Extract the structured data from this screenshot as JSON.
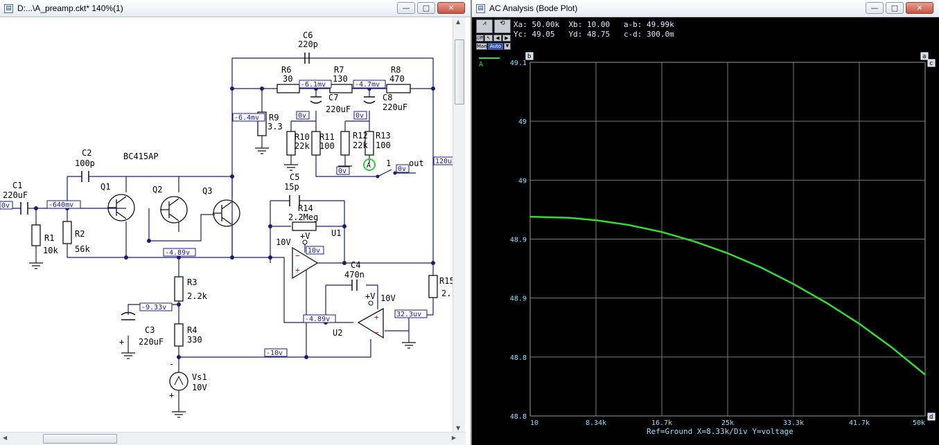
{
  "left_window": {
    "title": "D:...\\A_preamp.ckt* 140%(1)",
    "controls": {
      "minimize": "—",
      "maximize": "□",
      "close": "✕"
    }
  },
  "right_window": {
    "title": "AC Analysis (Bode Plot)",
    "controls": {
      "minimize": "—",
      "maximize": "□",
      "close": "✕"
    }
  },
  "toolbar": {
    "man_label": "Man",
    "auto_label": "Auto",
    "off_label": "Off"
  },
  "readouts": {
    "line1": "Xa: 50.00k  Xb: 10.00   a-b: 49.99k",
    "line2": "Yc: 49.05   Yd: 48.75   c-d: 300.0m"
  },
  "plot": {
    "trace_label": "A",
    "footer": "Ref=Ground  X=8.33k/Div Y=voltage",
    "cursor_labels": {
      "b": "b",
      "a": "a",
      "c": "c",
      "d": "d"
    }
  },
  "chart_data": {
    "type": "line",
    "title": "",
    "xlabel": "",
    "ylabel": "",
    "x_ticks": [
      "10",
      "8.34k",
      "16.7k",
      "25k",
      "33.3k",
      "41.7k",
      "50k"
    ],
    "y_ticks": [
      "49.1",
      "49",
      "49",
      "48.9",
      "48.9",
      "48.8",
      "48.8"
    ],
    "xlim": [
      10,
      50000
    ],
    "ylim": [
      48.75,
      49.05
    ],
    "grid": true,
    "series": [
      {
        "name": "A",
        "color": "#33dd33",
        "x": [
          10,
          5000,
          8340,
          12500,
          16700,
          20800,
          25000,
          29200,
          33300,
          37500,
          41700,
          45800,
          50000
        ],
        "y": [
          48.919,
          48.918,
          48.916,
          48.912,
          48.906,
          48.898,
          48.888,
          48.876,
          48.862,
          48.846,
          48.828,
          48.808,
          48.785
        ]
      }
    ]
  },
  "schematic": {
    "components": {
      "C6": {
        "name": "C6",
        "value": "220p"
      },
      "R6": {
        "name": "R6",
        "value": "30"
      },
      "R7": {
        "name": "R7",
        "value": "130"
      },
      "R8": {
        "name": "R8",
        "value": "470"
      },
      "C7": {
        "name": "C7",
        "value": "220uF"
      },
      "C8": {
        "name": "C8",
        "value": "220uF"
      },
      "R9": {
        "name": "R9",
        "value": "3.3"
      },
      "R10": {
        "name": "R10",
        "value": "22k"
      },
      "R11": {
        "name": "R11",
        "value": "100"
      },
      "R12": {
        "name": "R12",
        "value": "22k"
      },
      "R13": {
        "name": "R13",
        "value": "100"
      },
      "C2": {
        "name": "C2",
        "value": "100p"
      },
      "C1": {
        "name": "C1",
        "value": "220uF"
      },
      "Q1": {
        "name": "Q1"
      },
      "Q2": {
        "name": "Q2"
      },
      "Q3": {
        "name": "Q3"
      },
      "transistor_model": "BC415AP",
      "R1": {
        "name": "R1",
        "value": "10k"
      },
      "R2": {
        "name": "R2",
        "value": "56k"
      },
      "C5": {
        "name": "C5",
        "value": "15p"
      },
      "R14": {
        "name": "R14",
        "value": "2.2Meg"
      },
      "U1": {
        "name": "U1"
      },
      "U2": {
        "name": "U2"
      },
      "C4": {
        "name": "C4",
        "value": "470n"
      },
      "R3": {
        "name": "R3",
        "value": "2.2k"
      },
      "R4": {
        "name": "R4",
        "value": "330"
      },
      "C3": {
        "name": "C3",
        "value": "220uF"
      },
      "R15": {
        "name": "R15",
        "value": "2."
      },
      "Vs1": {
        "name": "Vs1",
        "value": "10V"
      },
      "supply_u1": {
        "label": "+V",
        "value": "10V"
      },
      "supply_u2": {
        "label": "+V",
        "value": "10V"
      },
      "out_label": "out",
      "probe_label": "A",
      "switch_label": "1"
    },
    "voltage_tags": {
      "v_c1": "0v",
      "v_base": "-640mv",
      "v_r9": "-6.4mv",
      "v_r6r7": "-6.1mv",
      "v_r7r8": "-4.7mv",
      "v_c7": "0v",
      "v_c8": "0v",
      "v_r11": "0v",
      "v_r13": "0v",
      "v_right": "120u",
      "v_u1": "10v",
      "v_emit": "-4.89v",
      "v_c3": "-9.33v",
      "v_u2in": "-4.89v",
      "v_u2out": "32.3uv",
      "v_neg": "-10v"
    }
  }
}
